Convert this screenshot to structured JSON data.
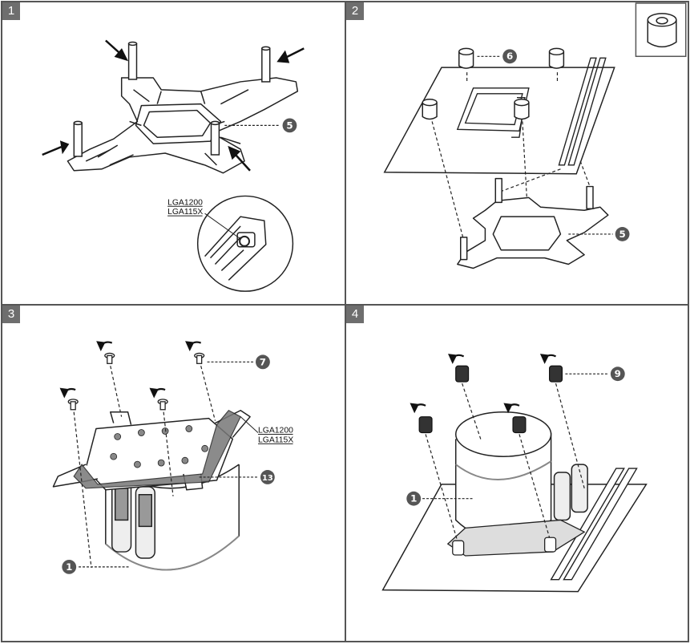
{
  "steps": [
    {
      "number": "1",
      "callouts": [
        "5"
      ],
      "inset_labels": [
        "LGA1200",
        "LGA115X"
      ]
    },
    {
      "number": "2",
      "callouts": [
        "6",
        "5"
      ]
    },
    {
      "number": "3",
      "callouts": [
        "7",
        "13",
        "1"
      ],
      "labels": [
        "LGA1200",
        "LGA115X"
      ]
    },
    {
      "number": "4",
      "callouts": [
        "9",
        "1"
      ]
    }
  ],
  "colors": {
    "line": "#222222",
    "callout_fill": "#555555",
    "badge": "#6e6e6e",
    "border": "#555555"
  },
  "icons": [
    "arrow-icon",
    "rotate-arrow-icon",
    "standoff-icon"
  ]
}
